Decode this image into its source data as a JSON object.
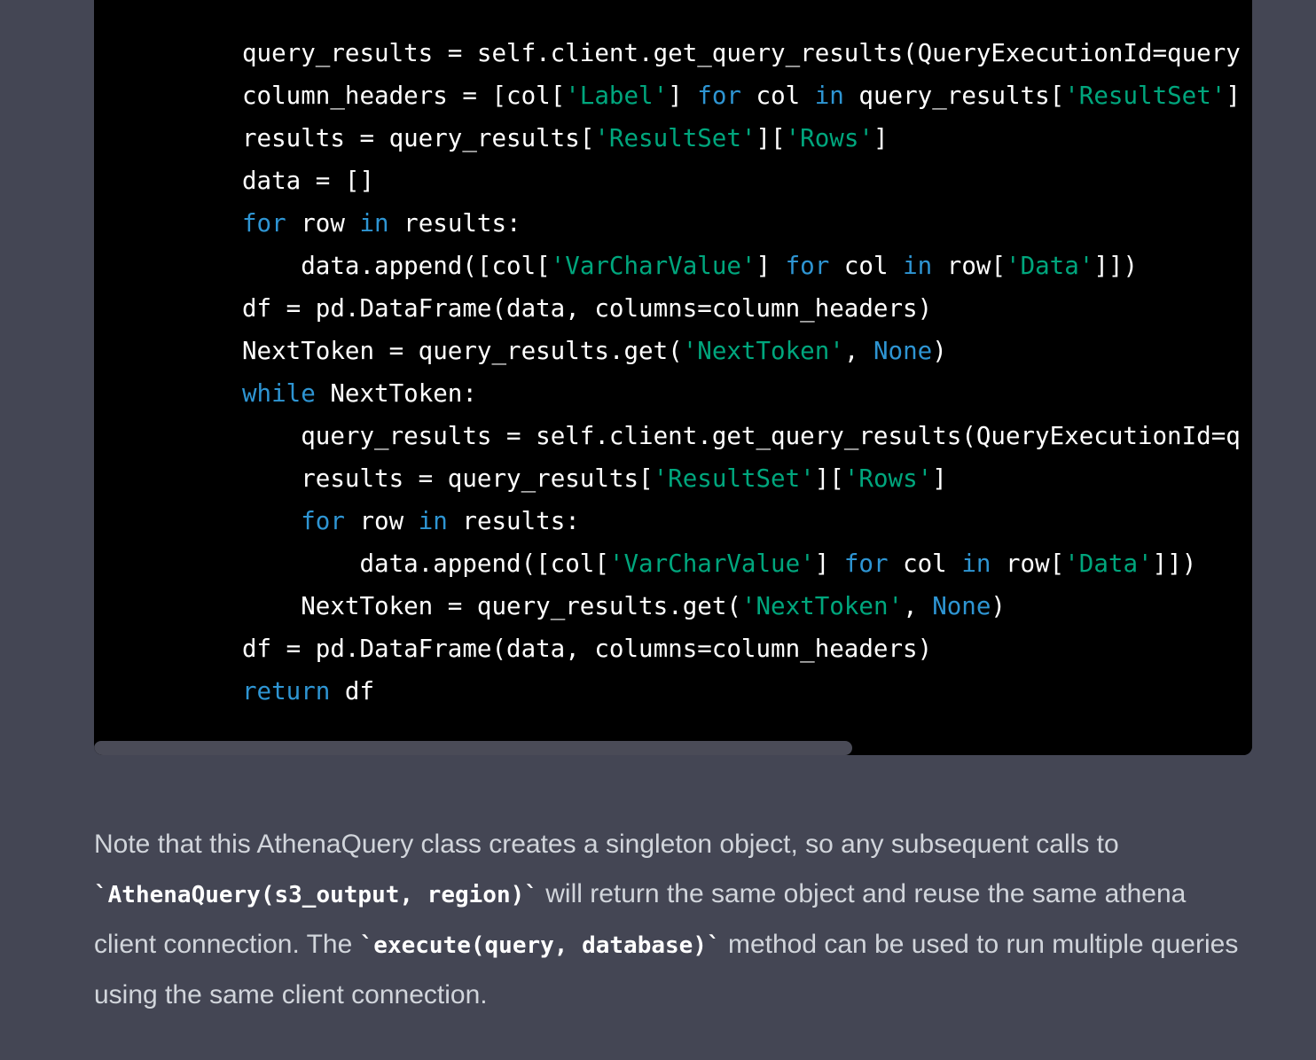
{
  "code_block": {
    "language": "python",
    "scroll_position_fraction": 0.655,
    "lines": [
      {
        "indent": 0,
        "tokens": [
          {
            "t": "query_results = self.client.get_query_results(QueryExecutionId=query",
            "c": "plain"
          }
        ]
      },
      {
        "indent": 0,
        "tokens": [
          {
            "t": "column_headers = [col[",
            "c": "plain"
          },
          {
            "t": "'Label'",
            "c": "str"
          },
          {
            "t": "] ",
            "c": "plain"
          },
          {
            "t": "for",
            "c": "kw"
          },
          {
            "t": " col ",
            "c": "plain"
          },
          {
            "t": "in",
            "c": "kw"
          },
          {
            "t": " query_results[",
            "c": "plain"
          },
          {
            "t": "'ResultSet'",
            "c": "str"
          },
          {
            "t": "]",
            "c": "plain"
          }
        ]
      },
      {
        "indent": 0,
        "tokens": [
          {
            "t": "results = query_results[",
            "c": "plain"
          },
          {
            "t": "'ResultSet'",
            "c": "str"
          },
          {
            "t": "][",
            "c": "plain"
          },
          {
            "t": "'Rows'",
            "c": "str"
          },
          {
            "t": "]",
            "c": "plain"
          }
        ]
      },
      {
        "indent": 0,
        "tokens": [
          {
            "t": "data = []",
            "c": "plain"
          }
        ]
      },
      {
        "indent": 0,
        "tokens": [
          {
            "t": "for",
            "c": "kw"
          },
          {
            "t": " row ",
            "c": "plain"
          },
          {
            "t": "in",
            "c": "kw"
          },
          {
            "t": " results:",
            "c": "plain"
          }
        ]
      },
      {
        "indent": 1,
        "tokens": [
          {
            "t": "data.append([col[",
            "c": "plain"
          },
          {
            "t": "'VarCharValue'",
            "c": "str"
          },
          {
            "t": "] ",
            "c": "plain"
          },
          {
            "t": "for",
            "c": "kw"
          },
          {
            "t": " col ",
            "c": "plain"
          },
          {
            "t": "in",
            "c": "kw"
          },
          {
            "t": " row[",
            "c": "plain"
          },
          {
            "t": "'Data'",
            "c": "str"
          },
          {
            "t": "]])",
            "c": "plain"
          }
        ]
      },
      {
        "indent": 0,
        "tokens": [
          {
            "t": "df = pd.DataFrame(data, columns=column_headers)",
            "c": "plain"
          }
        ]
      },
      {
        "indent": 0,
        "tokens": [
          {
            "t": "NextToken = query_results.get(",
            "c": "plain"
          },
          {
            "t": "'NextToken'",
            "c": "str"
          },
          {
            "t": ", ",
            "c": "plain"
          },
          {
            "t": "None",
            "c": "kw"
          },
          {
            "t": ")",
            "c": "plain"
          }
        ]
      },
      {
        "indent": 0,
        "tokens": [
          {
            "t": "while",
            "c": "kw"
          },
          {
            "t": " NextToken:",
            "c": "plain"
          }
        ]
      },
      {
        "indent": 1,
        "tokens": [
          {
            "t": "query_results = self.client.get_query_results(QueryExecutionId=q",
            "c": "plain"
          }
        ]
      },
      {
        "indent": 1,
        "tokens": [
          {
            "t": "results = query_results[",
            "c": "plain"
          },
          {
            "t": "'ResultSet'",
            "c": "str"
          },
          {
            "t": "][",
            "c": "plain"
          },
          {
            "t": "'Rows'",
            "c": "str"
          },
          {
            "t": "]",
            "c": "plain"
          }
        ]
      },
      {
        "indent": 1,
        "tokens": [
          {
            "t": "for",
            "c": "kw"
          },
          {
            "t": " row ",
            "c": "plain"
          },
          {
            "t": "in",
            "c": "kw"
          },
          {
            "t": " results:",
            "c": "plain"
          }
        ]
      },
      {
        "indent": 2,
        "tokens": [
          {
            "t": "data.append([col[",
            "c": "plain"
          },
          {
            "t": "'VarCharValue'",
            "c": "str"
          },
          {
            "t": "] ",
            "c": "plain"
          },
          {
            "t": "for",
            "c": "kw"
          },
          {
            "t": " col ",
            "c": "plain"
          },
          {
            "t": "in",
            "c": "kw"
          },
          {
            "t": " row[",
            "c": "plain"
          },
          {
            "t": "'Data'",
            "c": "str"
          },
          {
            "t": "]])",
            "c": "plain"
          }
        ]
      },
      {
        "indent": 1,
        "tokens": [
          {
            "t": "NextToken = query_results.get(",
            "c": "plain"
          },
          {
            "t": "'NextToken'",
            "c": "str"
          },
          {
            "t": ", ",
            "c": "plain"
          },
          {
            "t": "None",
            "c": "kw"
          },
          {
            "t": ")",
            "c": "plain"
          }
        ]
      },
      {
        "indent": 0,
        "tokens": [
          {
            "t": "df = pd.DataFrame(data, columns=column_headers)",
            "c": "plain"
          }
        ]
      },
      {
        "indent": 0,
        "tokens": [
          {
            "t": "return",
            "c": "kw"
          },
          {
            "t": " df",
            "c": "plain"
          }
        ]
      }
    ]
  },
  "note": {
    "p1": "Note that this AthenaQuery class creates a singleton object, so any subsequent calls to ",
    "code1": "`AthenaQuery(s3_output, region)`",
    "p2": " will return the same object and reuse the same athena client connection. The ",
    "code2": "`execute(query, database)`",
    "p3": " method can be used to run multiple queries using the same client connection."
  },
  "colors": {
    "page_background": "#444654",
    "code_background": "#000000",
    "keyword": "#2e95d3",
    "string": "#00a67d",
    "plain_code": "#ffffff",
    "prose_text": "#d1d5db",
    "scrollbar_thumb": "#4a4b57"
  }
}
